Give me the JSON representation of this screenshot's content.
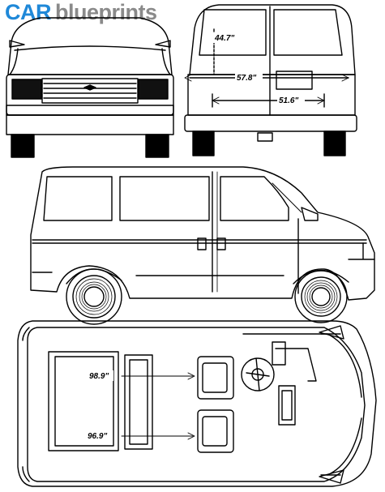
{
  "logo": {
    "part1": "CAR",
    "part2": "blueprints"
  },
  "dimensions": {
    "rear_window_height": "44.7\"",
    "rear_width": "57.8\"",
    "rear_opening_width": "51.6\"",
    "cargo_length_upper": "98.9\"",
    "cargo_length_lower": "96.9\""
  },
  "colors": {
    "logo_car": "#1f88d8",
    "logo_blueprints": "#8a8a8a",
    "line": "#000000"
  }
}
